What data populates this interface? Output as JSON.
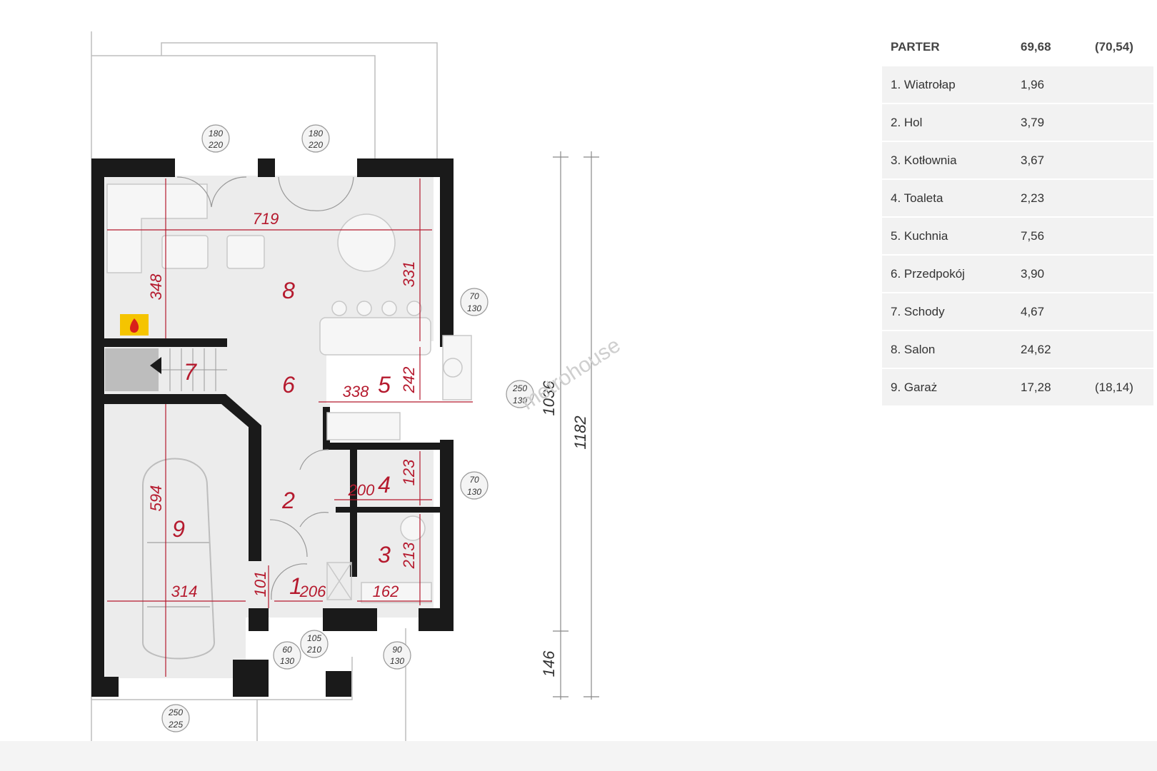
{
  "table": {
    "header": {
      "label": "PARTER",
      "area": "69,68",
      "area_alt": "(70,54)"
    },
    "rows": [
      {
        "label": "1. Wiatrołap",
        "area": "1,96",
        "area_alt": ""
      },
      {
        "label": "2. Hol",
        "area": "3,79",
        "area_alt": ""
      },
      {
        "label": "3. Kotłownia",
        "area": "3,67",
        "area_alt": ""
      },
      {
        "label": "4. Toaleta",
        "area": "2,23",
        "area_alt": ""
      },
      {
        "label": "5. Kuchnia",
        "area": "7,56",
        "area_alt": ""
      },
      {
        "label": "6. Przedpokój",
        "area": "3,90",
        "area_alt": ""
      },
      {
        "label": "7. Schody",
        "area": "4,67",
        "area_alt": ""
      },
      {
        "label": "8. Salon",
        "area": "24,62",
        "area_alt": ""
      },
      {
        "label": "9. Garaż",
        "area": "17,28",
        "area_alt": "(18,14)"
      }
    ]
  },
  "plan": {
    "room_numbers": {
      "r1": "1",
      "r2": "2",
      "r3": "3",
      "r4": "4",
      "r5": "5",
      "r6": "6",
      "r7": "7",
      "r8": "8",
      "r9": "9"
    },
    "dimensions": {
      "d719": "719",
      "d348": "348",
      "d331": "331",
      "d338": "338",
      "d242": "242",
      "d200": "200",
      "d123": "123",
      "d213": "213",
      "d162": "162",
      "d206": "206",
      "d101": "101",
      "d314": "314",
      "d594": "594",
      "d1036": "1036",
      "d1182": "1182",
      "d146": "146"
    },
    "openings": {
      "w1_top": "180",
      "w1_bottom": "220",
      "w2_top": "180",
      "w2_bottom": "220",
      "w3_top": "70",
      "w3_bottom": "130",
      "w4_top": "250",
      "w4_bottom": "130",
      "w5_top": "70",
      "w5_bottom": "130",
      "w6_top": "105",
      "w6_bottom": "210",
      "w7_top": "60",
      "w7_bottom": "130",
      "w8_top": "90",
      "w8_bottom": "130",
      "w9_top": "250",
      "w9_bottom": "225"
    },
    "watermark": "metrohouse",
    "colors": {
      "wall": "#1a1a1a",
      "floor": "#ececec",
      "dimension": "#b51a2e",
      "stairs_fill": "#bdbdbd",
      "fireplace": "#f5c400"
    }
  }
}
